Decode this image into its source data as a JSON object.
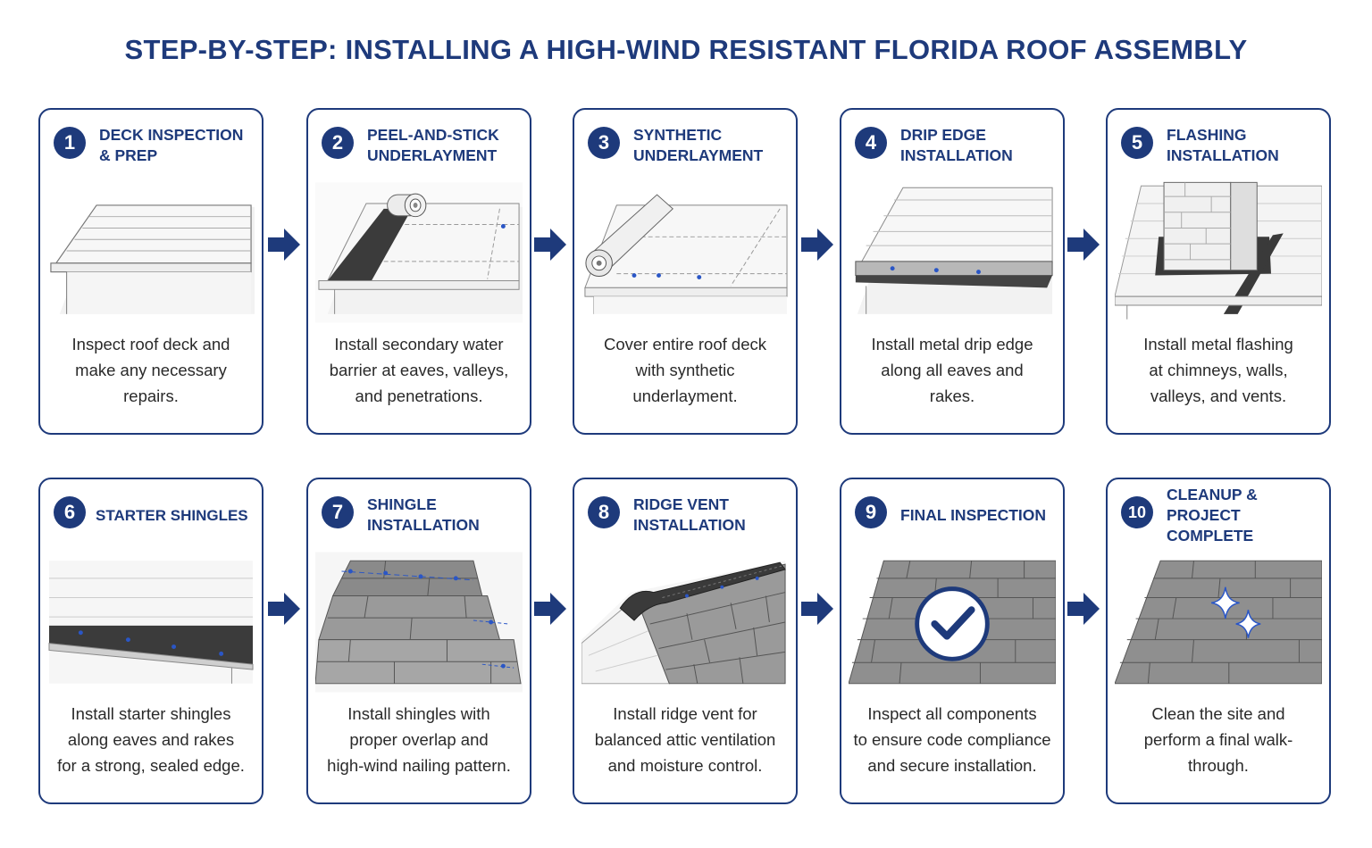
{
  "title": "STEP-BY-STEP: INSTALLING A HIGH-WIND RESISTANT FLORIDA ROOF ASSEMBLY",
  "accent_color": "#1e3a7b",
  "steps": [
    {
      "number": "1",
      "heading": "DECK INSPECTION\n& PREP",
      "description": "Inspect roof deck and\nmake any necessary\nrepairs.",
      "icon": "roof-deck-illustration"
    },
    {
      "number": "2",
      "heading": "PEEL-AND-STICK\nUNDERLAYMENT",
      "description": "Install secondary water\nbarrier at eaves, valleys,\nand penetrations.",
      "icon": "membrane-roll-illustration"
    },
    {
      "number": "3",
      "heading": "SYNTHETIC\nUNDERLAYMENT",
      "description": "Cover entire roof deck\nwith synthetic\nunderlayment.",
      "icon": "underlayment-roll-illustration"
    },
    {
      "number": "4",
      "heading": "DRIP EDGE\nINSTALLATION",
      "description": "Install metal drip edge\nalong all eaves and\nrakes.",
      "icon": "drip-edge-illustration"
    },
    {
      "number": "5",
      "heading": "FLASHING\nINSTALLATION",
      "description": "Install metal flashing\nat chimneys, walls,\nvalleys, and vents.",
      "icon": "chimney-flashing-illustration"
    },
    {
      "number": "6",
      "heading": "STARTER SHINGLES",
      "description": "Install starter shingles\nalong eaves and rakes\nfor a strong, sealed edge.",
      "icon": "starter-strip-illustration"
    },
    {
      "number": "7",
      "heading": "SHINGLE\nINSTALLATION",
      "description": "Install shingles with\nproper overlap and\nhigh-wind nailing pattern.",
      "icon": "shingle-courses-illustration"
    },
    {
      "number": "8",
      "heading": "RIDGE VENT\nINSTALLATION",
      "description": "Install ridge vent for\nbalanced attic ventilation\nand moisture control.",
      "icon": "ridge-vent-illustration"
    },
    {
      "number": "9",
      "heading": "FINAL INSPECTION",
      "description": "Inspect all components\nto ensure code compliance\nand secure installation.",
      "icon": "checkmark-icon"
    },
    {
      "number": "10",
      "heading": "CLEANUP &\nPROJECT COMPLETE",
      "description": "Clean the site and\nperform a final walk-\nthrough.",
      "icon": "sparkle-icon"
    }
  ]
}
